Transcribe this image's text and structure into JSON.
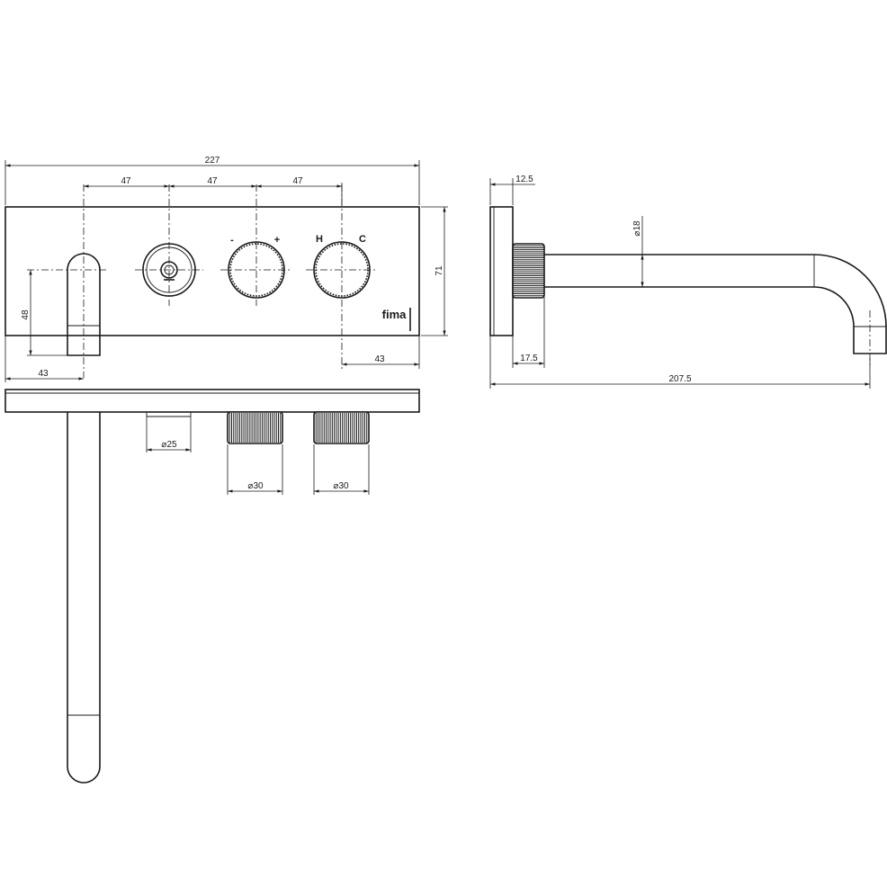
{
  "dimensions": {
    "overall_width": "227",
    "spacing_a": "47",
    "spacing_b": "47",
    "spacing_c": "47",
    "plate_height": "71",
    "spout_height": "48",
    "spout_offset": "43",
    "knob_offset": "43",
    "dia_diverter": "25",
    "dia_knob_1": "30",
    "dia_knob_2": "30",
    "plate_depth": "12.5",
    "pipe_diameter": "18",
    "rosette_depth": "17.5",
    "spout_projection": "207.5"
  },
  "labels": {
    "minus": "-",
    "plus": "+",
    "hot": "H",
    "cold": "C",
    "brand": "fima"
  }
}
